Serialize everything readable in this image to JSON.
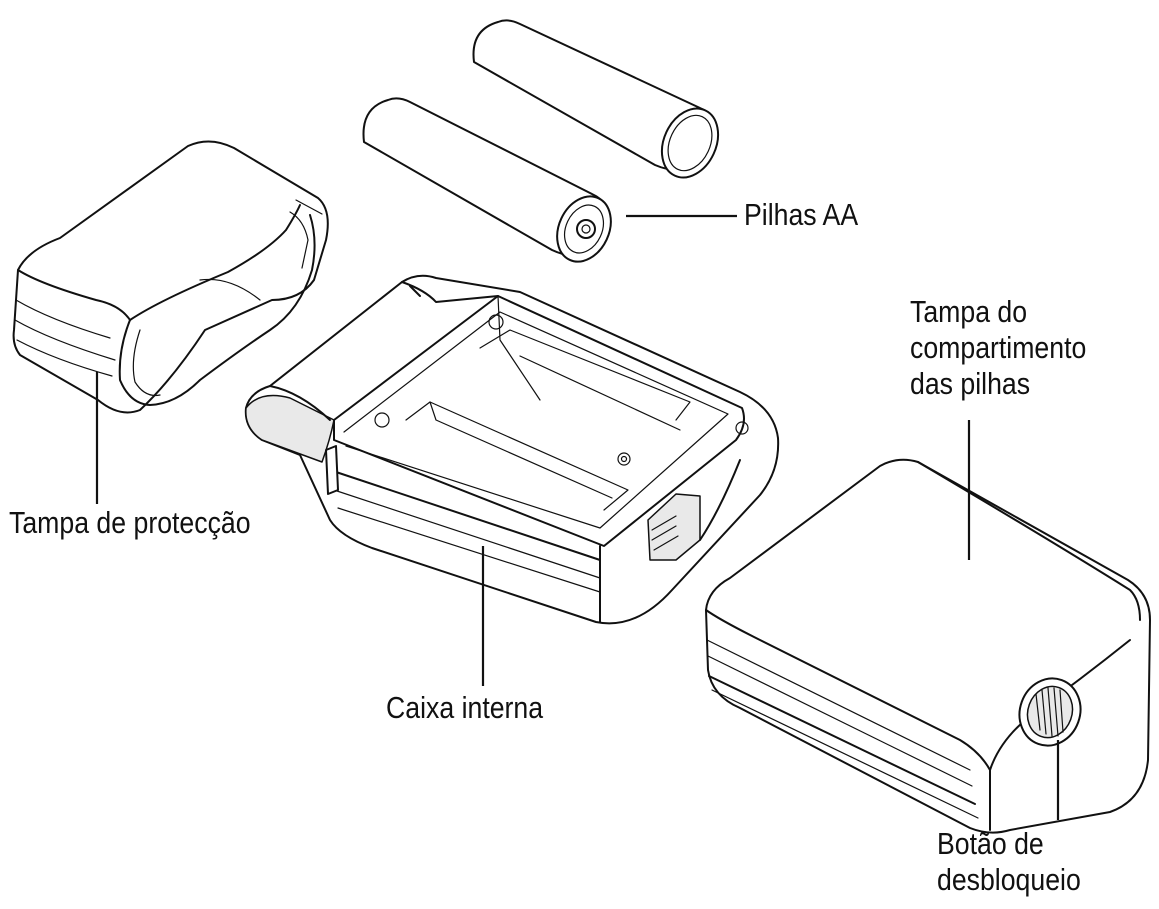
{
  "labels": {
    "batteries": "Pilhas AA",
    "protective_cover": "Tampa de protecção",
    "battery_cover": [
      "Tampa do",
      "compartimento",
      "das pilhas"
    ],
    "inner_case": "Caixa interna",
    "release_button": [
      "Botão de",
      "desbloqueio"
    ]
  },
  "colors": {
    "line": "#111111",
    "background": "#ffffff"
  }
}
